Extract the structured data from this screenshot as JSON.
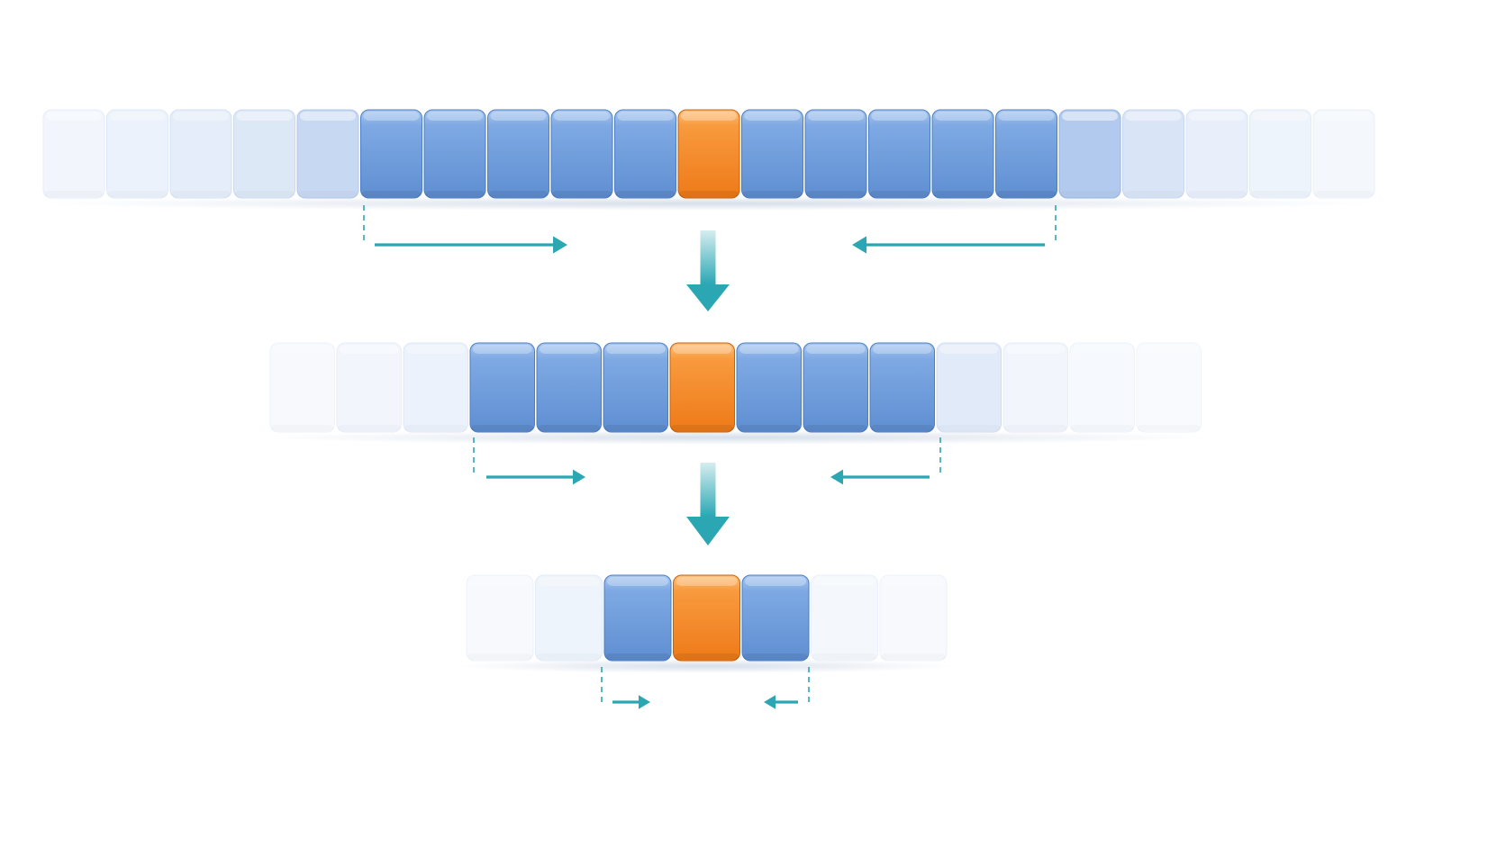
{
  "colors": {
    "background": "#ffffff",
    "active_cell": "#6f9fdc",
    "target_cell": "#f58a2e",
    "faded_cell": "#dce8f8",
    "arrow": "#2ba7b4"
  },
  "diagram": {
    "type": "array-search-narrowing",
    "target_cell_semantic": "center-element",
    "rows": [
      {
        "name": "full-array",
        "cell_count": 21,
        "target_index": 10,
        "window_start": 5,
        "window_end": 16,
        "cell_levels": [
          0.15,
          0.25,
          0.35,
          0.45,
          0.7,
          1,
          1,
          1,
          1,
          1,
          1,
          1,
          1,
          1,
          1,
          1,
          0.9,
          0.5,
          0.3,
          0.2,
          0.1
        ]
      },
      {
        "name": "narrowed-array",
        "cell_count": 14,
        "target_index": 6,
        "window_start": 3,
        "window_end": 9,
        "cell_levels": [
          0.05,
          0.15,
          0.25,
          1,
          1,
          1,
          1,
          1,
          1,
          1,
          0.4,
          0.15,
          0.08,
          0.03
        ]
      },
      {
        "name": "final-array",
        "cell_count": 7,
        "target_index": 3,
        "window_start": 2,
        "window_end": 4,
        "cell_levels": [
          0.05,
          0.2,
          1,
          1,
          1,
          0.1,
          0.05
        ]
      }
    ],
    "step_arrows": [
      "step-down-arrow-1",
      "step-down-arrow-2"
    ]
  }
}
